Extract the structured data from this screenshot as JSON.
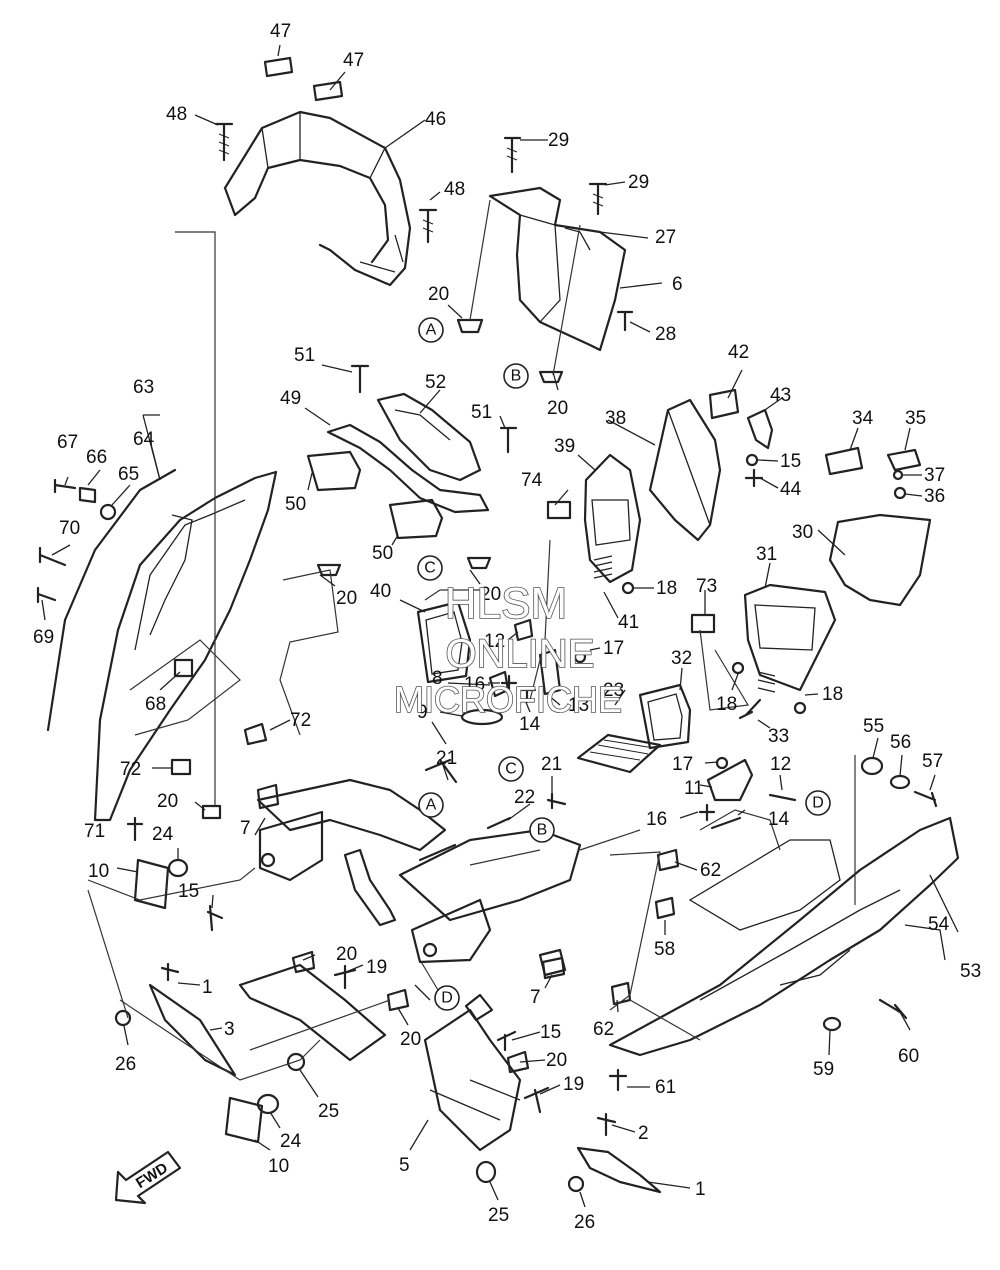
{
  "callouts": {
    "n1a": "1",
    "n1b": "1",
    "n2": "2",
    "n3": "3",
    "n5": "5",
    "n6": "6",
    "n7a": "7",
    "n7b": "7",
    "n8": "8",
    "n9": "9",
    "n10a": "10",
    "n10b": "10",
    "n11": "11",
    "n12a": "12",
    "n12b": "12",
    "n13": "13",
    "n14a": "14",
    "n14b": "14",
    "n15a": "15",
    "n15b": "15",
    "n15c": "15",
    "n16a": "16",
    "n16b": "16",
    "n17a": "17",
    "n17b": "17",
    "n18a": "18",
    "n18b": "18",
    "n18c": "18",
    "n19a": "19",
    "n19b": "19",
    "n20a": "20",
    "n20b": "20",
    "n20c": "20",
    "n20d": "20",
    "n20e": "20",
    "n20f": "20",
    "n20g": "20",
    "n20h": "20",
    "n21a": "21",
    "n21b": "21",
    "n22": "22",
    "n23": "23",
    "n24a": "24",
    "n24b": "24",
    "n25a": "25",
    "n25b": "25",
    "n26a": "26",
    "n26b": "26",
    "n27": "27",
    "n28": "28",
    "n29a": "29",
    "n29b": "29",
    "n30": "30",
    "n31": "31",
    "n32": "32",
    "n33": "33",
    "n34": "34",
    "n35": "35",
    "n36": "36",
    "n37": "37",
    "n38": "38",
    "n39": "39",
    "n40": "40",
    "n41": "41",
    "n42": "42",
    "n43": "43",
    "n44": "44",
    "n46": "46",
    "n47a": "47",
    "n47b": "47",
    "n48a": "48",
    "n48b": "48",
    "n49": "49",
    "n50a": "50",
    "n50b": "50",
    "n51a": "51",
    "n51b": "51",
    "n52": "52",
    "n53": "53",
    "n54": "54",
    "n55": "55",
    "n56": "56",
    "n57": "57",
    "n58": "58",
    "n59": "59",
    "n60": "60",
    "n61": "61",
    "n62a": "62",
    "n62b": "62",
    "n63": "63",
    "n64": "64",
    "n65": "65",
    "n66": "66",
    "n67": "67",
    "n68": "68",
    "n69": "69",
    "n70": "70",
    "n71": "71",
    "n72a": "72",
    "n72b": "72",
    "n73": "73",
    "n74": "74"
  },
  "refs": {
    "A1": "A",
    "A2": "A",
    "B1": "B",
    "B2": "B",
    "C1": "C",
    "C2": "C",
    "D1": "D",
    "D2": "D"
  },
  "watermark": {
    "line1": "HLSM",
    "line2": "ONLINE",
    "line3": "MICROFICHE"
  },
  "fwd_label": "FWD",
  "colors": {
    "ink": "#222222",
    "paper": "#ffffff"
  }
}
